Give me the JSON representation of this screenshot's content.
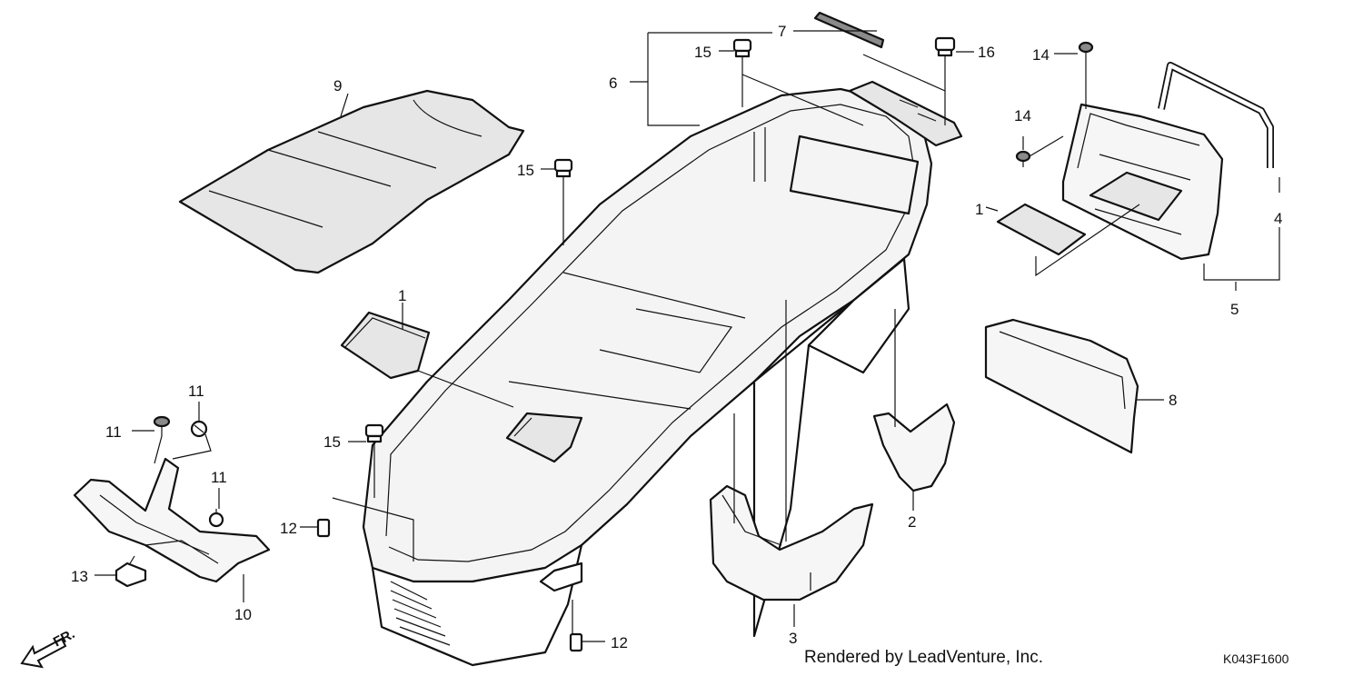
{
  "callouts": {
    "c1a": "1",
    "c1b": "1",
    "c2": "2",
    "c3": "3",
    "c4": "4",
    "c5": "5",
    "c6": "6",
    "c7": "7",
    "c8": "8",
    "c9": "9",
    "c10": "10",
    "c11a": "11",
    "c11b": "11",
    "c11c": "11",
    "c12a": "12",
    "c12b": "12",
    "c13": "13",
    "c14a": "14",
    "c14b": "14",
    "c15a": "15",
    "c15b": "15",
    "c15c": "15",
    "c16": "16"
  },
  "direction_label": "FR.",
  "credit": "Rendered by LeadVenture, Inc.",
  "diagram_code": "K043F1600"
}
